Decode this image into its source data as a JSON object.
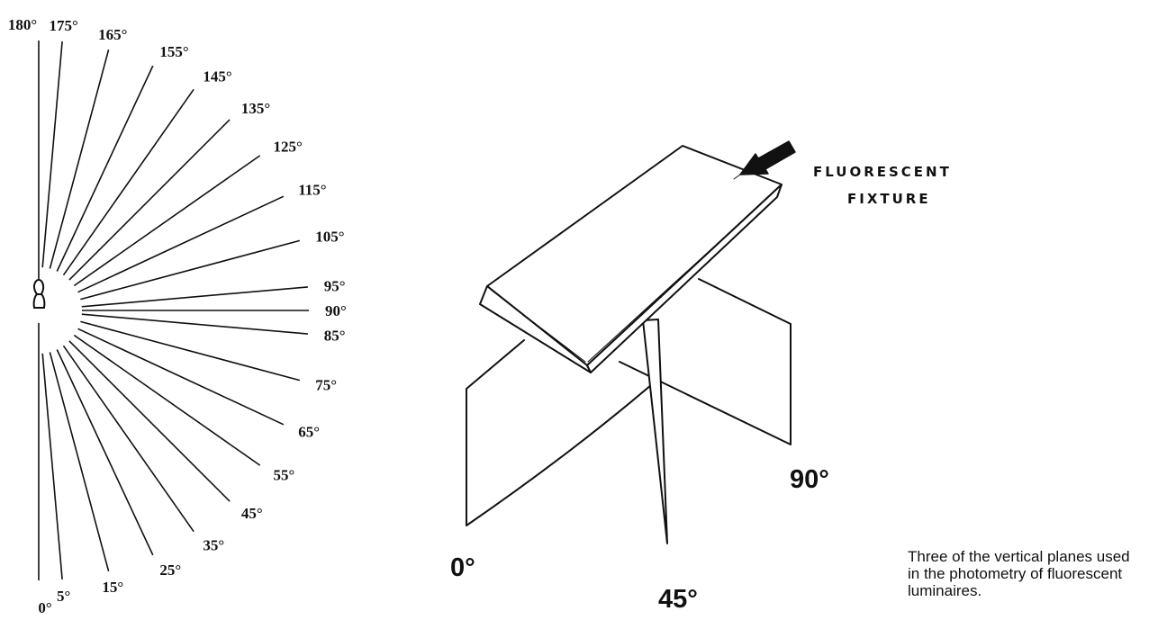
{
  "fan_diagram": {
    "angles": [
      {
        "angle": 0,
        "label": "0°"
      },
      {
        "angle": 5,
        "label": "5°"
      },
      {
        "angle": 15,
        "label": "15°"
      },
      {
        "angle": 25,
        "label": "25°"
      },
      {
        "angle": 35,
        "label": "35°"
      },
      {
        "angle": 45,
        "label": "45°"
      },
      {
        "angle": 55,
        "label": "55°"
      },
      {
        "angle": 65,
        "label": "65°"
      },
      {
        "angle": 75,
        "label": "75°"
      },
      {
        "angle": 85,
        "label": "85°"
      },
      {
        "angle": 90,
        "label": "90°"
      },
      {
        "angle": 95,
        "label": "95°"
      },
      {
        "angle": 105,
        "label": "105°"
      },
      {
        "angle": 115,
        "label": "115°"
      },
      {
        "angle": 125,
        "label": "125°"
      },
      {
        "angle": 135,
        "label": "135°"
      },
      {
        "angle": 145,
        "label": "145°"
      },
      {
        "angle": 155,
        "label": "155°"
      },
      {
        "angle": 165,
        "label": "165°"
      },
      {
        "angle": 175,
        "label": "175°"
      },
      {
        "angle": 180,
        "label": "180°"
      }
    ]
  },
  "planes_diagram": {
    "fixture_label_line1": "FLUORESCENT",
    "fixture_label_line2": "FIXTURE",
    "plane_labels": [
      "0°",
      "45°",
      "90°"
    ]
  },
  "caption_lines": [
    "Three of the vertical planes used",
    "in the photometry of fluorescent",
    "luminaires."
  ]
}
